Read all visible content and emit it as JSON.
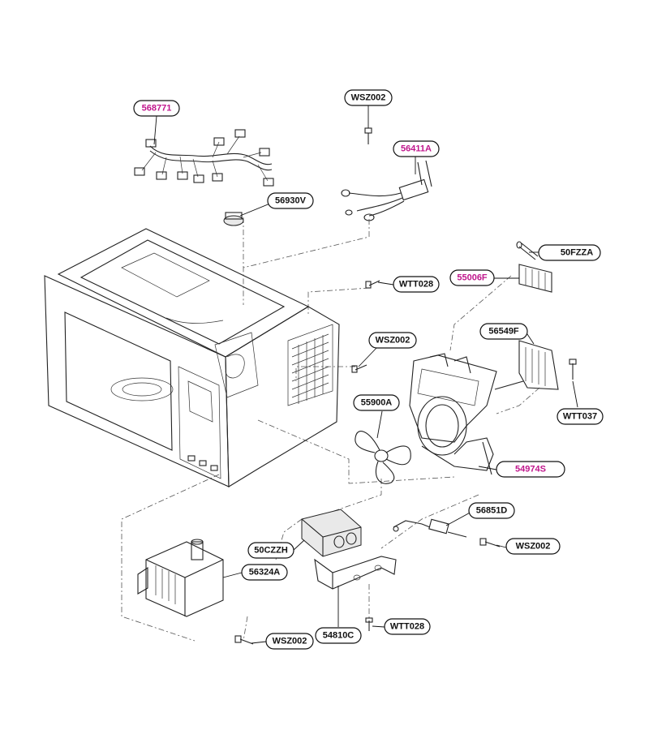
{
  "labels": {
    "harness": "568771",
    "screw_top": "WSZ002",
    "cord": "56411A",
    "thermostat": "56930V",
    "pin": "50FZZA",
    "hinge_part": "55006F",
    "screw_cabinet": "WTT028",
    "screw_side": "WSZ002",
    "bracket_part": "56549F",
    "fan_blade": "55900A",
    "screw_right": "WTT037",
    "fan_duct": "54974S",
    "diode": "56851D",
    "screw_diode": "WSZ002",
    "capacitor": "50CZZH",
    "magnetron": "56324A",
    "mount_bracket": "54810C",
    "screw_mount": "WTT028",
    "screw_magnetron": "WSZ002"
  },
  "colors": {
    "highlight": "#c0168c",
    "ink": "#111111",
    "line": "#222222"
  }
}
